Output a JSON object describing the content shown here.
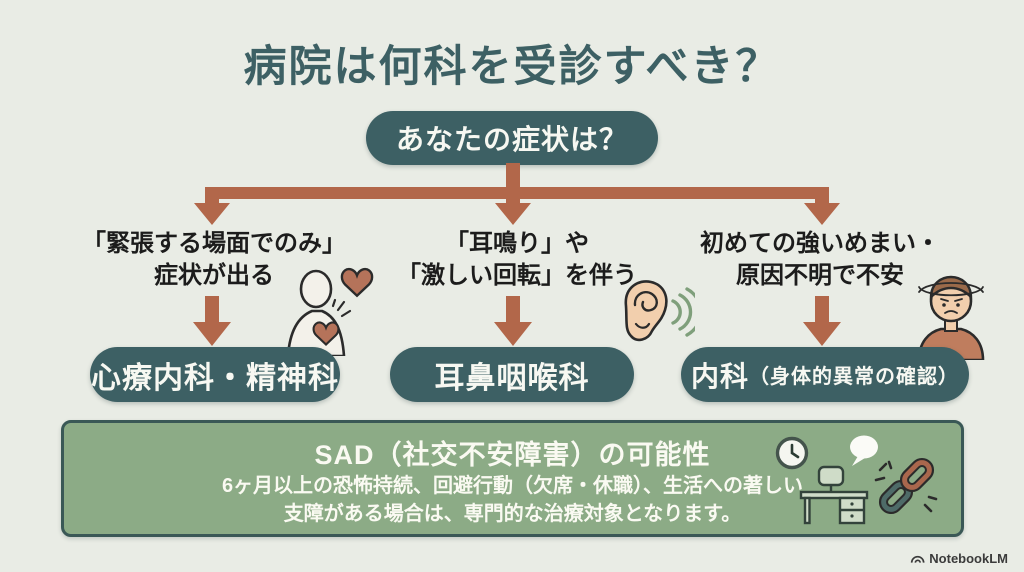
{
  "title": "病院は何科を受診すべき？",
  "root_node": {
    "label": "あなたの症状は？"
  },
  "branches": [
    {
      "condition_line1": "「緊張する場面でのみ」",
      "condition_line2": "症状が出る",
      "icon": "person-hearts-icon",
      "result_main": "心療内科・精神科",
      "result_sub": ""
    },
    {
      "condition_line1": "「耳鳴り」や",
      "condition_line2": "「激しい回転」を伴う",
      "icon": "ear-sound-icon",
      "result_main": "耳鼻咽喉科",
      "result_sub": ""
    },
    {
      "condition_line1": "初めての強いめまい・",
      "condition_line2": "原因不明で不安",
      "icon": "dizzy-person-icon",
      "result_main": "内科",
      "result_sub": "（身体的異常の確認）"
    }
  ],
  "info_box": {
    "title": "SAD（社交不安障害）の可能性",
    "body_line1": "6ヶ月以上の恐怖持続、回避行動（欠席・休職）、生活への著しい",
    "body_line2": "支障がある場合は、専門的な治療対象となります。",
    "icons": [
      "clock-icon",
      "speech-bubble-icon",
      "desk-icon",
      "chain-link-icon"
    ]
  },
  "watermark": {
    "label": "NotebookLM",
    "icon": "notebooklm-logo-icon"
  },
  "colors": {
    "background": "#e9ece5",
    "teal": "#3d6064",
    "arrow_terracotta": "#b2674a",
    "info_box_green": "#8cab86",
    "info_box_border": "#3a5856",
    "heart_terracotta": "#b5735a",
    "skin": "#f2cfad",
    "text_dark": "#1c1c1c",
    "text_white": "#f7f8f2"
  }
}
